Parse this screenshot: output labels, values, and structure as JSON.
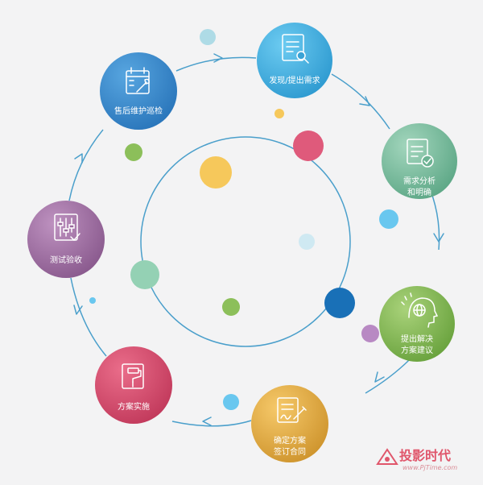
{
  "steps": [
    {
      "id": "discover",
      "line1": "发现/提出需求",
      "line2": "",
      "icon": "document-search-icon",
      "color": "#4fb3e1"
    },
    {
      "id": "analyze",
      "line1": "需求分析",
      "line2": "和明确",
      "icon": "document-check-icon",
      "color": "#7fc0a1"
    },
    {
      "id": "propose",
      "line1": "提出解决",
      "line2": "方案建议",
      "icon": "head-globe-icon",
      "color": "#8cbf5a"
    },
    {
      "id": "contract",
      "line1": "确定方案",
      "line2": "签订合同",
      "icon": "document-sign-icon",
      "color": "#e8b046"
    },
    {
      "id": "implement",
      "line1": "方案实施",
      "line2": "",
      "icon": "paint-roller-icon",
      "color": "#d64f71"
    },
    {
      "id": "test",
      "line1": "测试验收",
      "line2": "",
      "icon": "sliders-check-icon",
      "color": "#a774a8"
    },
    {
      "id": "maintain",
      "line1": "售后维护巡检",
      "line2": "",
      "icon": "calendar-wrench-icon",
      "color": "#3f8ed0"
    }
  ],
  "colors": {
    "ring": "#4a9fcb",
    "dot_teal": "#aedbe6",
    "dot_yellow": "#f6c85b",
    "dot_pink": "#df5a7b",
    "dot_green": "#8cbf5a",
    "dot_sky": "#69c7ef",
    "dot_mint": "#94d1b4",
    "dot_navy": "#1970b7",
    "dot_lilac": "#b889c3"
  },
  "watermark": {
    "brand": "投影时代",
    "url": "www.PjTime.com"
  }
}
